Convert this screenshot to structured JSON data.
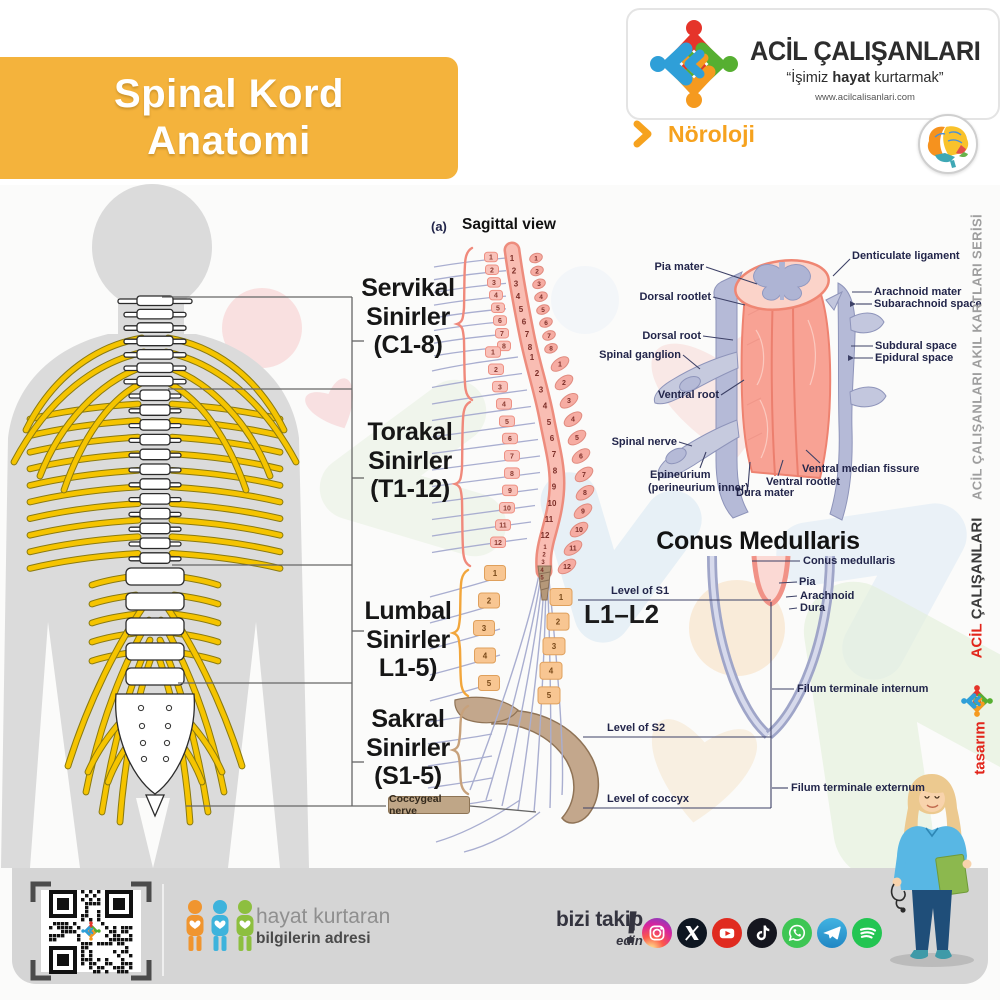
{
  "header": {
    "title": [
      "Spinal Kord",
      "Anatomi"
    ],
    "brand": {
      "name": "ACİL ÇALIŞANLARI",
      "tagline_prefix": "“İşimiz ",
      "tagline_bold": "hayat",
      "tagline_suffix": " kurtarmak”",
      "website": "www.acilcalisanlari.com"
    },
    "category": {
      "chevron": "❯",
      "label": "Nöroloji"
    }
  },
  "figure": {
    "panel_tag": "(a)",
    "view_title": "Sagittal view",
    "regions": [
      {
        "id": "cervical",
        "lines": [
          "Servikal",
          "Sinirler",
          "(C1-8)"
        ],
        "numbers": [
          "1",
          "2",
          "3",
          "4",
          "5",
          "6",
          "7",
          "8"
        ]
      },
      {
        "id": "thoracic",
        "lines": [
          "Torakal",
          "Sinirler",
          "(T1-12)"
        ],
        "numbers": [
          "1",
          "2",
          "3",
          "4",
          "5",
          "6",
          "7",
          "8",
          "9",
          "10",
          "11",
          "12"
        ]
      },
      {
        "id": "lumbar",
        "lines": [
          "Lumbal",
          "Sinirler",
          "L1-5)"
        ],
        "numbers": [
          "1",
          "2",
          "3",
          "4",
          "5"
        ]
      },
      {
        "id": "sacral",
        "lines": [
          "Sakral",
          "Sinirler",
          "(S1-5)"
        ],
        "numbers": []
      }
    ],
    "coccygeal_label": "Coccygeal nerve",
    "cross_section": {
      "left_labels": [
        "Pia mater",
        "Dorsal rootlet",
        "Dorsal root",
        "Spinal ganglion",
        "Ventral root",
        "Spinal nerve"
      ],
      "epineurium": [
        "Epineurium",
        "(perineurium inner)"
      ],
      "dura_label": "Dura mater",
      "right_labels": [
        "Denticulate ligament",
        "Arachnoid mater",
        "Subarachnoid space",
        "Subdural space",
        "Epidural space",
        "Ventral median fissure",
        "Ventral rootlet"
      ]
    },
    "conus": {
      "heading": "Conus Medullaris",
      "right_labels": [
        "Conus medullaris",
        "Pia",
        "Arachnoid",
        "Dura",
        "Filum terminale internum",
        "Filum terminale externum"
      ],
      "level_labels": [
        "Level of S1",
        "Level of S2",
        "Level of coccyx"
      ],
      "vertebral_span": "L1–L2"
    }
  },
  "sidebar": {
    "series": "ACİL ÇALIŞANLARI AKIL KARTLARI SERİSİ",
    "credit_red": "ACİL",
    "credit_dark": " ÇALIŞANLARI",
    "design": "tasarım"
  },
  "footer": {
    "slogan_light": "hayat kurtaran",
    "slogan_bold": "bilgilerin adresi",
    "follow_line1": "bizi takip",
    "follow_line2": "edin",
    "follow_bang": "!",
    "social": [
      "instagram",
      "x",
      "youtube",
      "tiktok",
      "whatsapp",
      "telegram",
      "spotify"
    ]
  },
  "colors": {
    "banner_orange": "#F4B33C",
    "accent_orange": "#F6A21E",
    "accent_red": "#E2251B",
    "cord_pink": "#ED8C7D",
    "lavender": "#B3B8D6",
    "label_navy": "#22254A"
  }
}
